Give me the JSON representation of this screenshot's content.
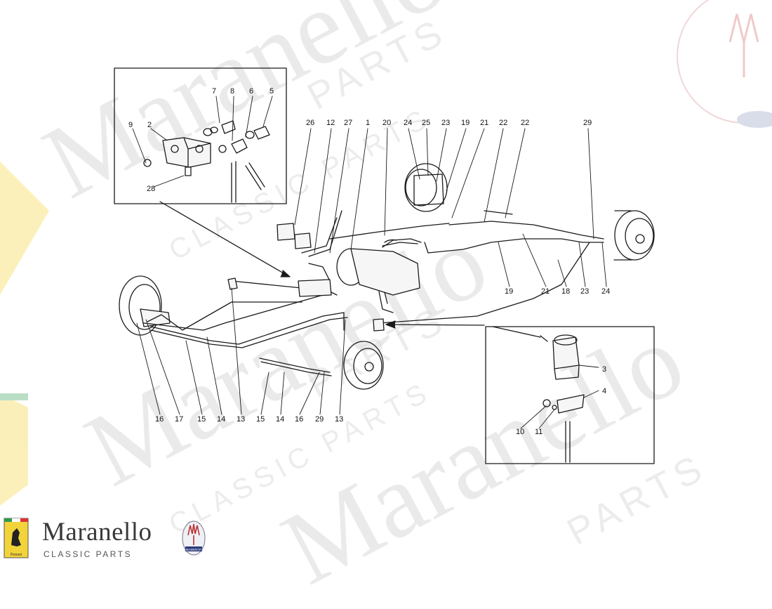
{
  "watermark": {
    "brand_word": "Maranello",
    "sub_word": "CLASSIC PARTS",
    "parts_word": "PARTS"
  },
  "branding": {
    "title": "Maranello",
    "subtitle": "CLASSIC PARTS",
    "ferrari_badge": "Ferrari",
    "maserati_badge": "MASERATI"
  },
  "callouts": {
    "c1": "1",
    "c2": "2",
    "c3": "3",
    "c4": "4",
    "c5": "5",
    "c6": "6",
    "c7": "7",
    "c8": "8",
    "c9": "9",
    "c10": "10",
    "c11": "11",
    "c12": "12",
    "c13": "13",
    "c14": "14",
    "c15": "15",
    "c16": "16",
    "c17": "17",
    "c18": "18",
    "c19": "19",
    "c20": "20",
    "c21": "21",
    "c22": "22",
    "c23": "23",
    "c24": "24",
    "c25": "25",
    "c26": "26",
    "c27": "27",
    "c28": "28",
    "c29": "29"
  },
  "colors": {
    "line": "#1a1a1a",
    "watermark": "#d9d9d9",
    "ferrari_yellow": "#f3d33a"
  }
}
